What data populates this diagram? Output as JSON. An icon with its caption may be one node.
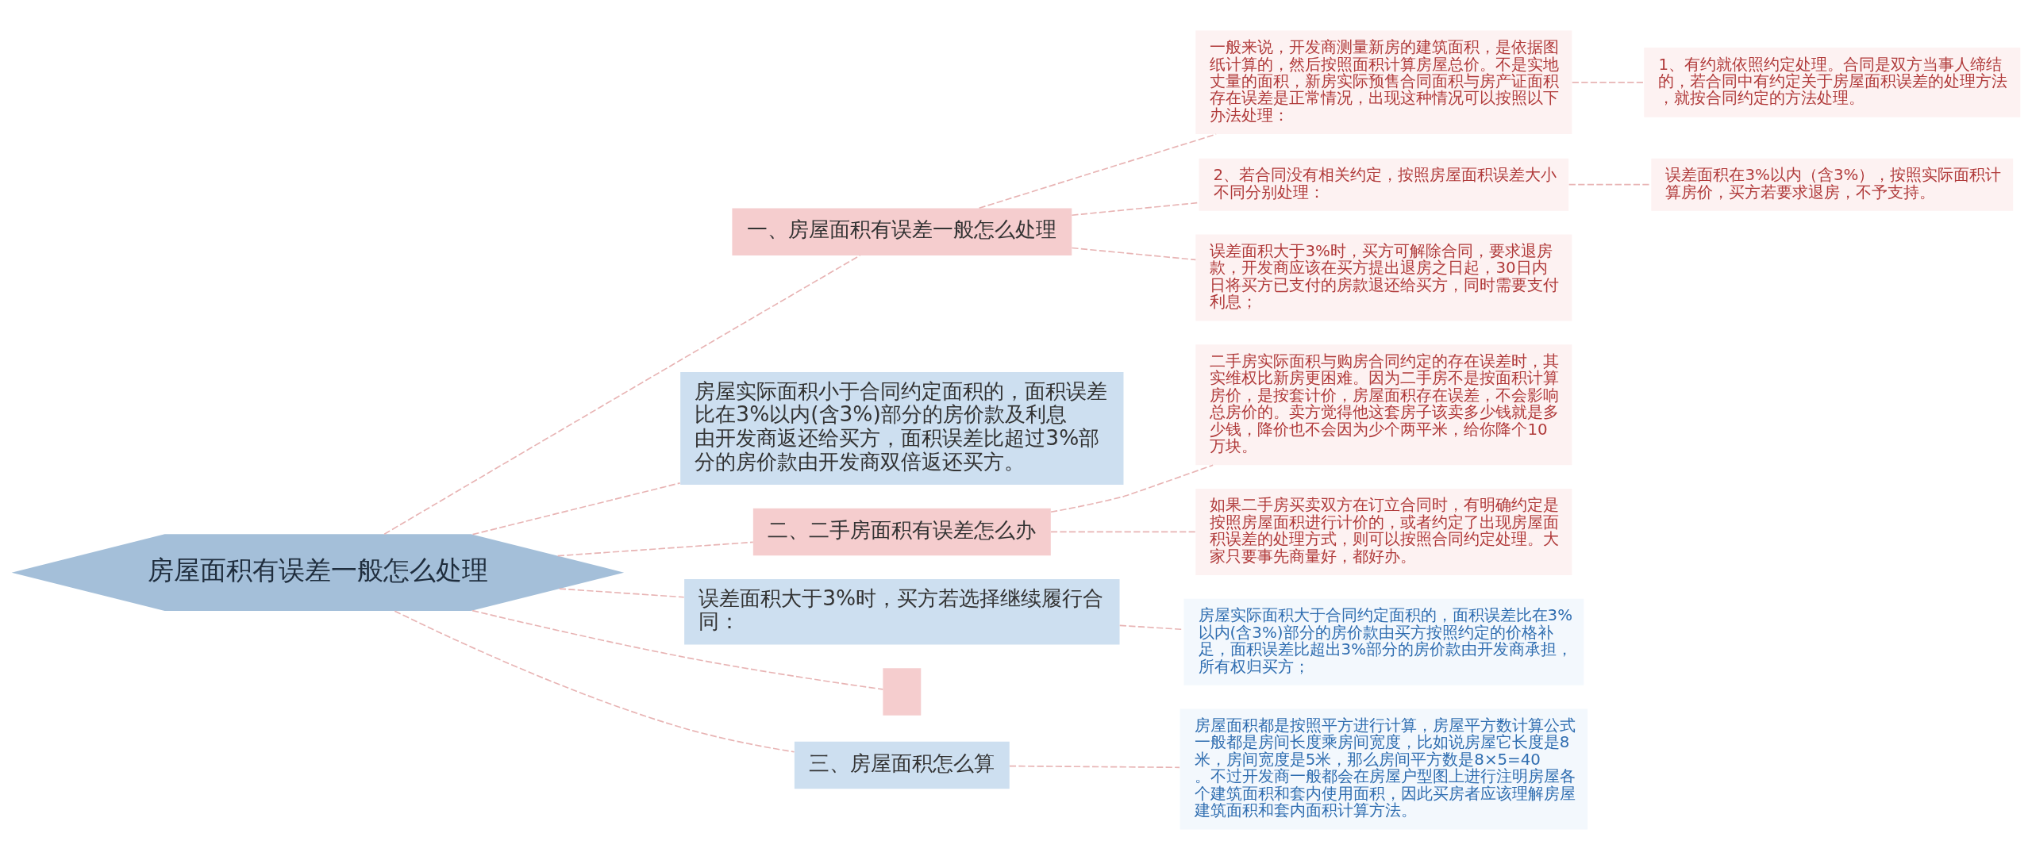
{
  "diagram": {
    "nodes": [
      {
        "text": [
          "房屋面积有误差一般怎么处理"
        ]
      },
      {
        "text": [
          "一、房屋面积有误差一般怎么处理"
        ]
      },
      {
        "text": [
          "一般来说，开发商测量新房的建筑面积，是依据图纸计算的，然后按照面积计算房屋总价。不是实地丈量的面积，新房实际预售合同面积与房产证面积存在误差是正常情况，出现这种情况可以按照以下办法处理："
        ]
      },
      {
        "text": [
          "1、有约就依照约定处理。合同是双方当事人缔结的，若合同中有约定关于房屋面积误差的处理方法，就按合同约定的方法处理。"
        ]
      },
      {
        "text": [
          "2、若合同没有相关约定，按照房屋面积误差大小不同分别处理："
        ]
      },
      {
        "text": [
          "误差面积在3%以内（含3%），按照实际面积计算房价，买方若要求退房，不予支持。"
        ]
      },
      {
        "text": [
          "误差面积大于3%时，买方可解除合同，要求退房款，开发商应该在买方提出退房之日起，30日内日将买方已支付的房款退还给买方，同时需要支付利息；"
        ]
      },
      {
        "text": [
          "房屋实际面积小于合同约定面积的，面积误差比在3%以内(含3%)部分的房价款及利息由开发商返还给买方，面积误差比超过3%部分的房价款由开发商双倍返还买方。"
        ]
      },
      {
        "text": [
          "二、二手房面积有误差怎么办"
        ]
      },
      {
        "text": [
          "二手房实际面积与购房合同约定的存在误差时，其实维权比新房更困难。因为二手房不是按面积计算房价，是按套计价，房屋面积存在误差，不会影响总房价的。卖方觉得他这套房子该卖多少钱就是多少钱，降价也不会因为少个两平米，给你降个10万块。"
        ]
      },
      {
        "text": [
          "如果二手房买卖双方在订立合同时，有明确约定是按照房屋面积进行计价的，或者约定了出现房屋面积误差的处理方式，则可以按照合同约定处理。大家只要事先商量好，都好办。"
        ]
      },
      {
        "text": [
          "误差面积大于3%时，买方若选择继续履行合同："
        ]
      },
      {
        "text": [
          "房屋实际面积大于合同约定面积的，面积误差比在3%以内(含3%)部分的房价款由买方按照约定的价格补足，面积误差比超出3%部分的房价款由开发商承担，所有权归买方；"
        ]
      },
      {
        "text": [],
        "shape": "box"
      },
      {
        "text": [
          "三、房屋面积怎么算"
        ]
      },
      {
        "text": [
          "房屋面积都是按照平方进行计算，房屋平方数计算公式一般都是房间长度乘房间宽度，比如说房屋它长度是8米，房间宽度是5米，那么房间平方数是8×5=40。不过开发商一般都会在房屋户型图上进行注明房屋各个建筑面积和套内使用面积，因此买房者应该理解房屋建筑面积和套内面积计算方法。"
        ]
      }
    ],
    "edges": [
      {
        "from": 0,
        "to": 1,
        "arrow": "none"
      },
      {
        "from": 1,
        "to": 2,
        "arrow": "none"
      },
      {
        "from": 2,
        "to": 3,
        "arrow": "none"
      },
      {
        "from": 1,
        "to": 4,
        "arrow": "none"
      },
      {
        "from": 4,
        "to": 5,
        "arrow": "none"
      },
      {
        "from": 1,
        "to": 6,
        "arrow": "none"
      },
      {
        "from": 0,
        "to": 7,
        "arrow": "none"
      },
      {
        "from": 0,
        "to": 8,
        "arrow": "none"
      },
      {
        "from": 8,
        "to": 9,
        "arrow": "none"
      },
      {
        "from": 8,
        "to": 10,
        "arrow": "none"
      },
      {
        "from": 0,
        "to": 11,
        "arrow": "none"
      },
      {
        "from": 11,
        "to": 12,
        "arrow": "none"
      },
      {
        "from": 0,
        "to": 13,
        "arrow": "none"
      },
      {
        "from": 0,
        "to": 14,
        "arrow": "none"
      },
      {
        "from": 14,
        "to": 15,
        "arrow": "none"
      }
    ]
  }
}
